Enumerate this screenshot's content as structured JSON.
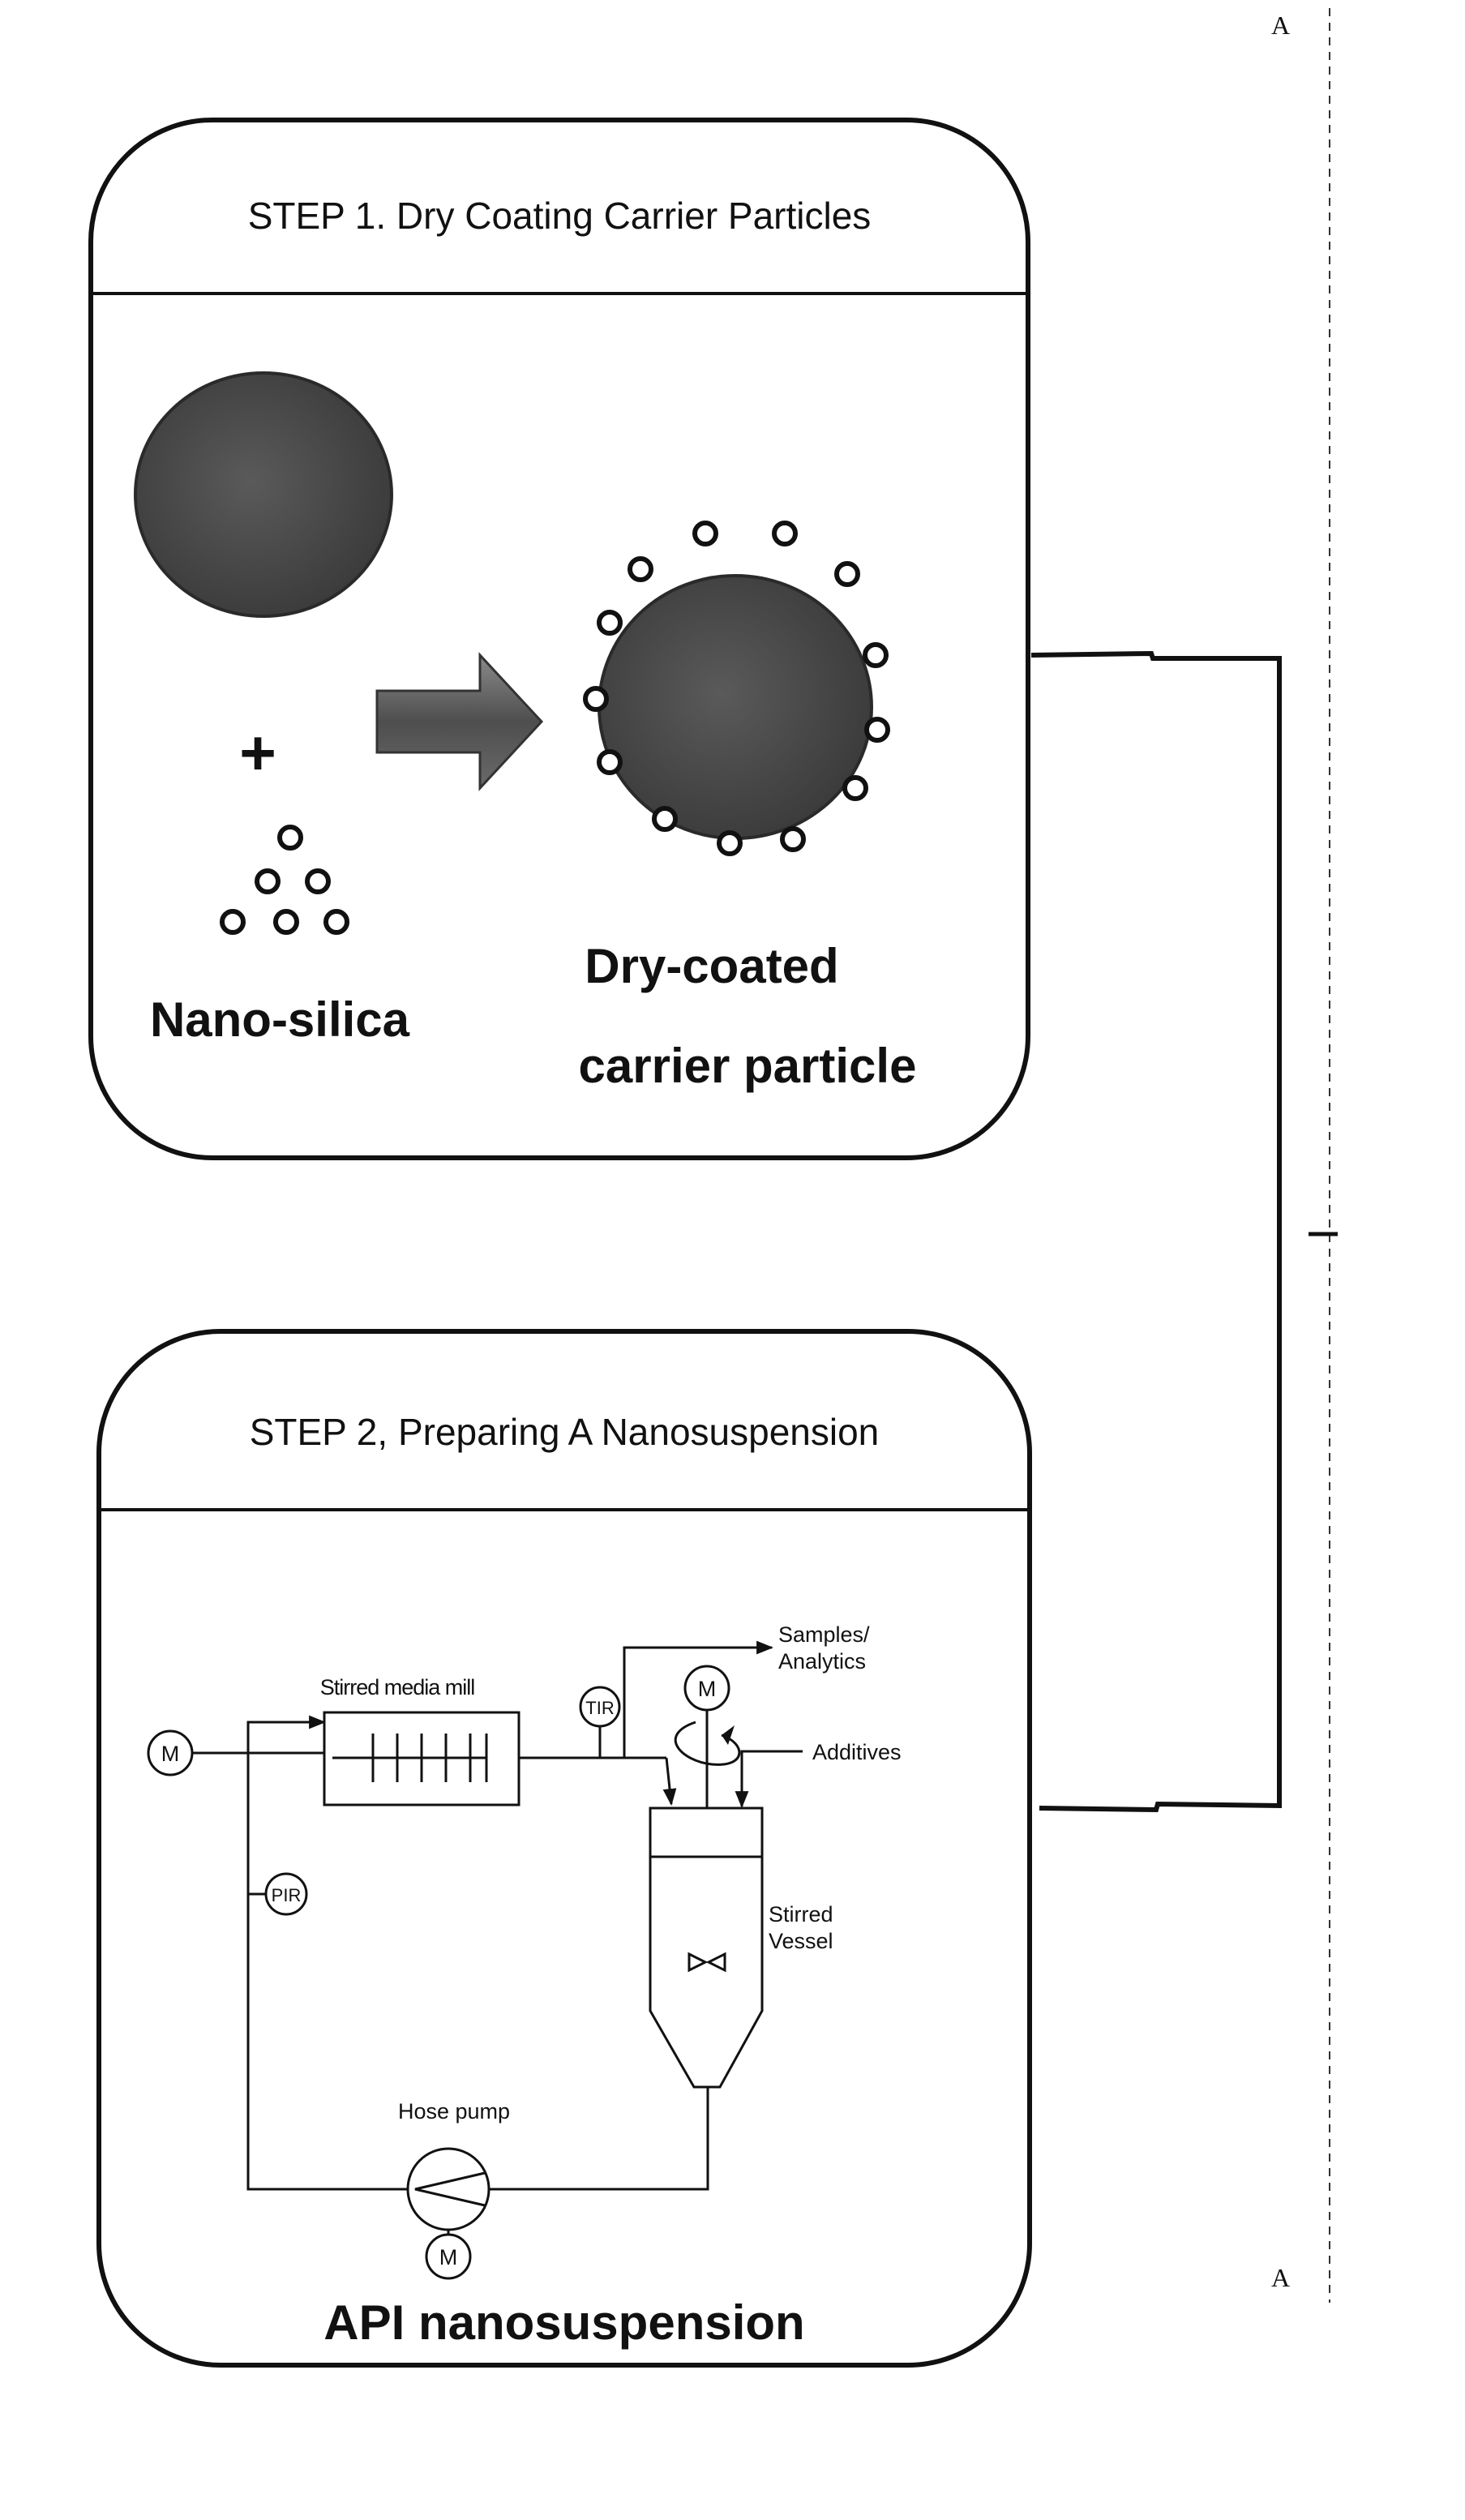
{
  "section_marks": {
    "top": "A",
    "bottom": "A"
  },
  "step1": {
    "title": "STEP 1. Dry Coating Carrier Particles",
    "nano_label": "Nano-silica",
    "product_label_line1": "Dry-coated",
    "product_label_line2": "carrier particle",
    "plus_sign": "+"
  },
  "step2": {
    "title": "STEP 2, Preparing A Nanosuspension",
    "mill_label": "Stirred media mill",
    "samples_label_line1": "Samples/",
    "samples_label_line2": "Analytics",
    "additives_label": "Additives",
    "vessel_label_line1": "Stirred",
    "vessel_label_line2": "Vessel",
    "pump_label": "Hose pump",
    "motor_label": "M",
    "tir_label": "TIR",
    "pir_label": "PIR",
    "product_label": "API nanosuspension"
  },
  "colors": {
    "particle": "#4a4a4a",
    "arrow": "#555555",
    "line": "#111111"
  }
}
